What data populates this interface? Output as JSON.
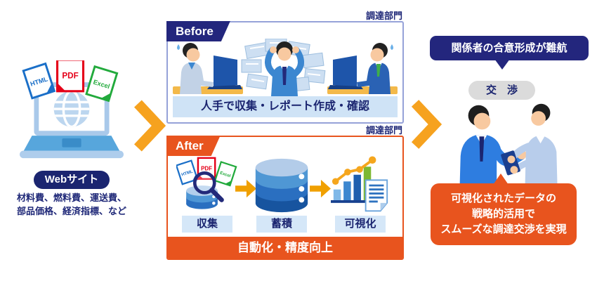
{
  "colors": {
    "navy": "#23267d",
    "navy_text": "#1f2878",
    "orange": "#e8541e",
    "arrow_orange": "#f6a21f",
    "light_blue_fill": "#cfe3f6",
    "step_label_fill": "#d5e7f8",
    "panel_border_blue": "#96a2d8",
    "html_icon_color": "#1a6fc8",
    "pdf_icon_color": "#e50019",
    "excel_icon_color": "#22aa3c"
  },
  "left_source": {
    "file_icons": [
      {
        "label": "HTML"
      },
      {
        "label": "PDF"
      },
      {
        "label": "Excel"
      }
    ],
    "site_label": "Webサイト",
    "description_lines": [
      "材料費、燃料費、運送費、",
      "部品価格、経済指標、など"
    ]
  },
  "before_section": {
    "department_label": "調達部門",
    "banner_label": "Before",
    "caption": "人手で収集・レポート作成・確認"
  },
  "after_section": {
    "department_label": "調達部門",
    "banner_label": "After",
    "file_icons": [
      {
        "label": "HTML"
      },
      {
        "label": "PDF"
      },
      {
        "label": "Excel"
      }
    ],
    "steps": [
      {
        "label": "収集"
      },
      {
        "label": "蓄積"
      },
      {
        "label": "可視化"
      }
    ],
    "footer_label": "自動化・精度向上"
  },
  "negotiation_section": {
    "problem_bubble": "関係者の合意形成が難航",
    "negotiation_label": "交　渉",
    "result_bubble_lines": [
      "可視化されたデータの",
      "戦略的活用で",
      "スムーズな調達交渉を実現"
    ]
  }
}
